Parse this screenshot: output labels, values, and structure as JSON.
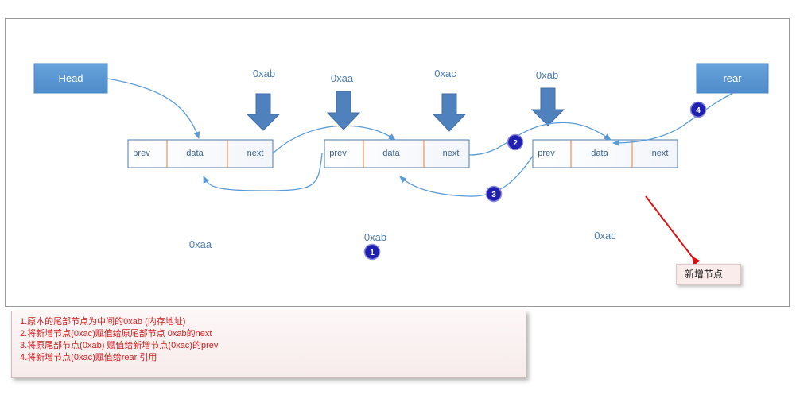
{
  "boxes": {
    "head": "Head",
    "rear": "rear"
  },
  "nodes": [
    {
      "prev": "prev",
      "data": "data",
      "next": "next"
    },
    {
      "prev": "prev",
      "data": "data",
      "next": "next"
    },
    {
      "prev": "prev",
      "data": "data",
      "next": "next"
    }
  ],
  "top_labels": [
    "0xab",
    "0xaa",
    "0xac",
    "0xab"
  ],
  "bottom_labels": [
    "0xaa",
    "0xab",
    "0xac"
  ],
  "badges": [
    "1",
    "2",
    "3",
    "4"
  ],
  "callout": "新增节点",
  "notes": [
    "1.原本的尾部节点为中间的0xab (内存地址)",
    "2.将新增节点(0xac)赋值给原尾部节点 0xab的next",
    "3.将原尾部节点(0xab) 赋值给新增节点(0xac)的prev",
    "4.将新增节点(0xac)赋值给rear 引用"
  ],
  "colors": {
    "box_fill": "#5b9bd5",
    "node_border": "#4a7cb0",
    "divider": "#ed7d31",
    "arrow": "#5b9bd5",
    "down_arrow": "#4f81bd",
    "badge": "#1f1fb0",
    "red_arrow": "#dd1111",
    "notes_text": "#cc1f1f"
  }
}
